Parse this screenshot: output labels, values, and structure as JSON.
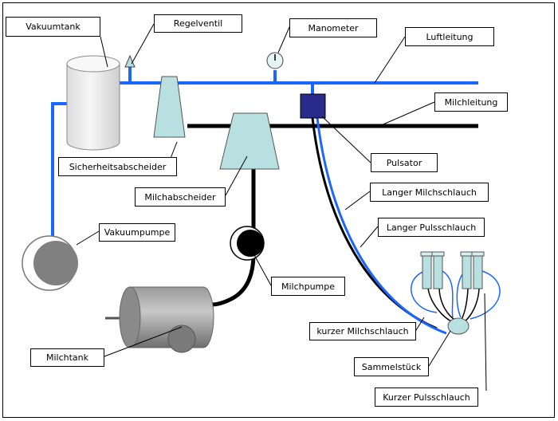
{
  "labels": {
    "vakuumtank": "Vakuumtank",
    "regelventil": "Regelventil",
    "manometer": "Manometer",
    "luftleitung": "Luftleitung",
    "milchleitung": "Milchleitung",
    "pulsator": "Pulsator",
    "sicherheitsabscheider": "Sicherheitsabscheider",
    "milchabscheider": "Milchabscheider",
    "langer_milchschlauch": "Langer Milchschlauch",
    "langer_pulsschlauch": "Langer Pulsschlauch",
    "vakuumpumpe": "Vakuumpumpe",
    "milchpumpe": "Milchpumpe",
    "kurzer_milchschlauch": "kurzer Milchschlauch",
    "sammelstueck": "Sammelstück",
    "kurzer_pulsschlauch": "Kurzer Pulsschlauch",
    "milchtank": "Milchtank"
  },
  "colors": {
    "air_line": "#1a66ff",
    "milk_line": "#000000",
    "separator_fill": "#b9e0e0",
    "pulsator_fill": "#2a2a8a",
    "pump_grey": "#808080",
    "tank_fill": "#e8e8e8"
  }
}
